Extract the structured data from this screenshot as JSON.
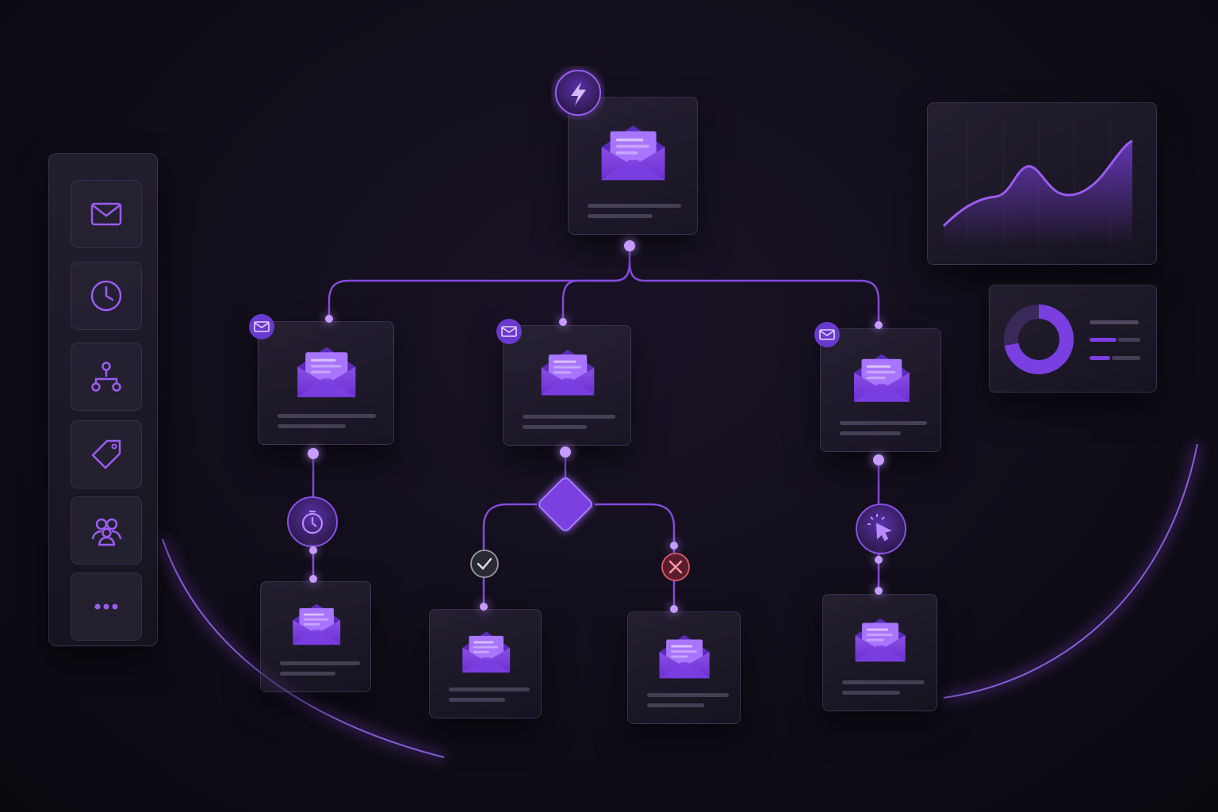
{
  "colors": {
    "accent": "#8a4fe6",
    "accent_light": "#c79bff",
    "success": "#bcbcc6",
    "error": "#e05a6a",
    "background": "#110d19"
  },
  "sidebar": {
    "tools": [
      {
        "icon": "mail-icon"
      },
      {
        "icon": "clock-icon"
      },
      {
        "icon": "branch-icon"
      },
      {
        "icon": "tag-icon"
      },
      {
        "icon": "users-icon"
      },
      {
        "icon": "more-icon"
      }
    ]
  },
  "workflow": {
    "trigger": {
      "icon": "lightning-icon"
    },
    "steps": [
      {
        "kind": "email",
        "icon": "envelope-icon"
      },
      {
        "kind": "delay",
        "icon": "stopwatch-icon"
      },
      {
        "kind": "condition",
        "icon": "diamond-icon"
      },
      {
        "kind": "success",
        "icon": "check-icon"
      },
      {
        "kind": "failure",
        "icon": "x-icon"
      },
      {
        "kind": "click",
        "icon": "cursor-click-icon"
      }
    ]
  },
  "analytics": {
    "line_chart_icon": "area-chart-icon",
    "donut_progress": 0.72,
    "legend_rows": 3
  }
}
